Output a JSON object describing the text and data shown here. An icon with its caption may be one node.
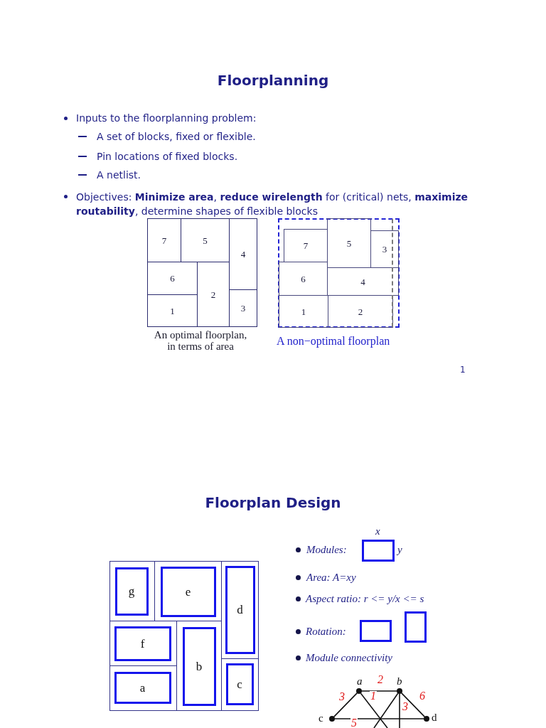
{
  "diagram": {
    "title": "Floorplanning",
    "nodes": [
      {
        "text": [],
        "shape": "box",
        "beside": [
          "An optimal floorplan, in terms of area"
        ]
      },
      {
        "text": [
          "7"
        ],
        "in": 0
      },
      {
        "text": [
          "5"
        ],
        "in": 0
      },
      {
        "text": [
          "4"
        ],
        "in": 0
      },
      {
        "text": [
          "6"
        ],
        "in": 0
      },
      {
        "text": [
          "2"
        ],
        "in": 0
      },
      {
        "text": [
          "1"
        ],
        "in": 0
      },
      {
        "text": [
          "3"
        ],
        "in": 0
      },
      {
        "text": [],
        "shape": "box",
        "beside": [
          "A non−optimal floorplan"
        ]
      },
      {
        "text": [
          "7"
        ],
        "in": 8
      },
      {
        "text": [
          "5"
        ],
        "in": 8
      },
      {
        "text": [
          "3"
        ],
        "in": 8
      },
      {
        "text": [
          "6"
        ],
        "in": 8
      },
      {
        "text": [
          "4"
        ],
        "in": 8
      },
      {
        "text": [
          "1"
        ],
        "in": 8
      },
      {
        "text": [
          "2"
        ],
        "in": 8
      },
      {
        "text": [],
        "shape": "box"
      },
      {
        "text": [],
        "shape": "box",
        "in": 16
      },
      {
        "text": [
          "g"
        ],
        "in": 17
      },
      {
        "text": [],
        "shape": "box",
        "in": 16
      },
      {
        "text": [
          "e"
        ],
        "in": 19
      },
      {
        "text": [],
        "shape": "box",
        "in": 16
      },
      {
        "text": [
          "d"
        ],
        "in": 21
      },
      {
        "text": [],
        "shape": "box",
        "in": 16
      },
      {
        "text": [
          "f"
        ],
        "in": 23
      },
      {
        "text": [],
        "shape": "box",
        "in": 16
      },
      {
        "text": [
          "b"
        ],
        "in": 25
      },
      {
        "text": [],
        "shape": "box",
        "in": 16
      },
      {
        "text": [
          "a"
        ],
        "in": 27
      },
      {
        "text": [],
        "shape": "box",
        "in": 16
      },
      {
        "text": [
          "c"
        ],
        "in": 29
      },
      {
        "text": [],
        "shape": "box",
        "beside": [
          "x",
          "y"
        ]
      },
      {
        "text": [],
        "shape": "box"
      },
      {
        "text": [],
        "shape": "box"
      },
      {
        "text": [],
        "shape": "circle",
        "beside": [
          "a"
        ]
      },
      {
        "text": [],
        "shape": "circle",
        "beside": [
          "b"
        ]
      },
      {
        "text": [],
        "shape": "circle",
        "beside": [
          "c"
        ]
      },
      {
        "text": [],
        "shape": "circle",
        "beside": [
          "d"
        ]
      }
    ],
    "edges": [
      {
        "from": 34,
        "to": 35,
        "arrow": "none",
        "label": "2"
      },
      {
        "from": 34,
        "to": 36,
        "arrow": "none",
        "label": "3"
      },
      {
        "from": 34,
        "to": null,
        "arrow": "none",
        "label": "1"
      },
      {
        "from": 35,
        "to": null,
        "arrow": "none"
      },
      {
        "from": 35,
        "to": null,
        "arrow": "none",
        "label": "3"
      },
      {
        "from": 35,
        "to": 37,
        "arrow": "none",
        "label": "6"
      },
      {
        "from": 36,
        "to": 37,
        "arrow": "none",
        "label": "5"
      }
    ],
    "labels": [
      "Inputs to the floorplanning problem:",
      "A set of blocks, fixed or flexible.",
      "Pin locations of fixed blocks.",
      "A netlist.",
      "Objectives: **Minimize area**, **reduce wirelength** for (critical) nets, **maximize routability**, determine shapes of flexible blocks",
      "1",
      "Floorplan Design",
      "Modules:",
      "Area: A=xy",
      "Aspect ratio: r <= y/x <= s",
      "Rotation:",
      "Module connectivity"
    ]
  }
}
